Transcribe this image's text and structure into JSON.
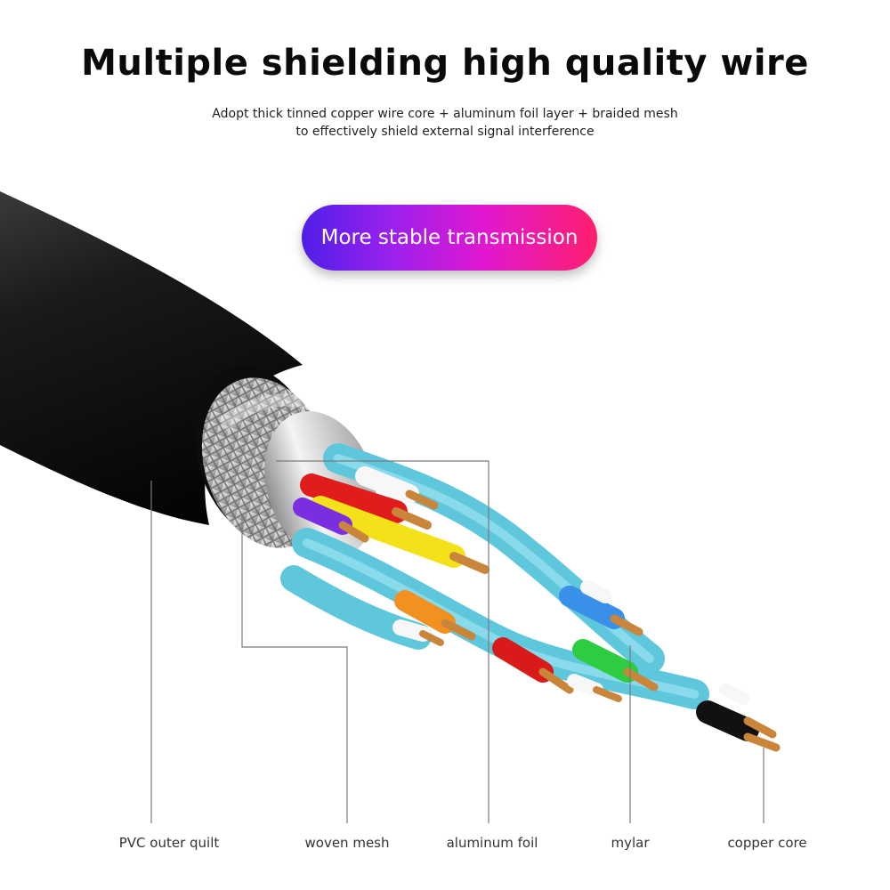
{
  "header": {
    "title": "Multiple shielding high quality wire",
    "subtitle_line1": "Adopt thick tinned copper wire core + aluminum foil layer + braided mesh",
    "subtitle_line2": "to effectively shield external signal interference"
  },
  "badge": {
    "text": "More stable transmission",
    "gradient_colors": [
      "#4f1fe8",
      "#9b20ee",
      "#e018cf",
      "#ff1f6e"
    ]
  },
  "labels": [
    "PVC outer quilt",
    "woven mesh",
    "aluminum foil",
    "mylar",
    "copper core"
  ],
  "wire_colors": {
    "jacket": "#111111",
    "pair_shield": "#5ec7dc",
    "cores": [
      "#e01c1c",
      "#f3e21a",
      "#7a2ee0",
      "#f29020",
      "#3a8fe8",
      "#2ecc40",
      "#111111"
    ],
    "copper": "#c9863a"
  }
}
